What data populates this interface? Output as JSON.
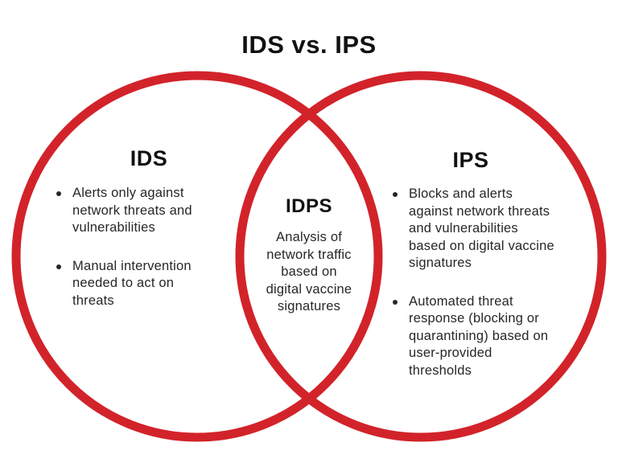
{
  "title": "IDS vs. IPS",
  "colors": {
    "circle_stroke": "#D2232A",
    "heading_text": "#111111",
    "body_text": "#272727",
    "background": "#FFFFFF"
  },
  "left_circle": {
    "heading": "IDS",
    "bullets": [
      {
        "text": "Alerts only against network threats and vulnerabilities",
        "lines": [
          "Alerts only against",
          "network threats and",
          "vulnerabilities"
        ]
      },
      {
        "text": "Manual intervention needed to act on threats",
        "lines": [
          "Manual intervention",
          "needed to act on",
          "threats"
        ]
      }
    ]
  },
  "intersection": {
    "heading": "IDPS",
    "description": "Analysis of network traffic based on digital vaccine signatures",
    "description_lines": [
      "Analysis of",
      "network traffic",
      "based on",
      "digital vaccine",
      "signatures"
    ]
  },
  "right_circle": {
    "heading": "IPS",
    "bullets": [
      {
        "text": "Blocks and alerts against network threats and vulnerabilities based on digital vaccine signatures",
        "lines": [
          "Blocks and alerts",
          "against network threats",
          "and vulnerabilities",
          "based on digital vaccine",
          "signatures"
        ]
      },
      {
        "text": "Automated threat response (blocking or quarantining) based on user-provided thresholds",
        "lines": [
          "Automated threat",
          "response (blocking or",
          "quarantining) based on",
          "user-provided",
          "thresholds"
        ]
      }
    ]
  }
}
